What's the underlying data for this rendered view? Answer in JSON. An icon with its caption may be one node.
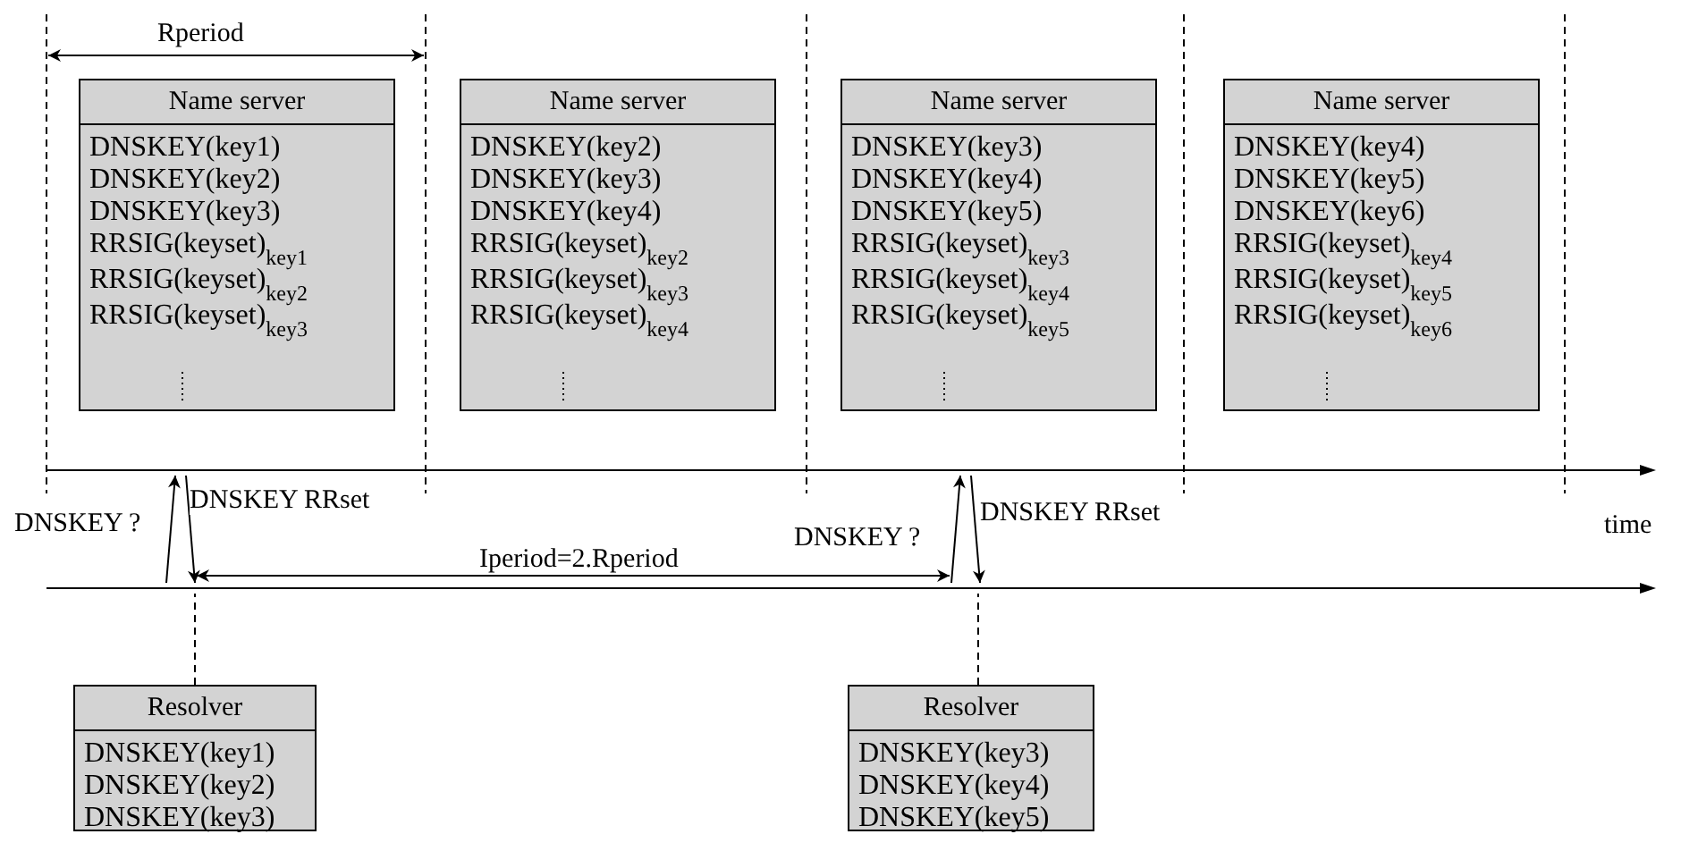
{
  "diagram": {
    "nodes": [
      {
        "text": [
          "Name server",
          "DNSKEY(key1)",
          "DNSKEY(key2)",
          "DNSKEY(key3)",
          "RRSIG(keyset)$_{key1}$",
          "RRSIG(keyset)$_{key2}$",
          "RRSIG(keyset)$_{key3}$"
        ]
      },
      {
        "text": [
          "Name server",
          "DNSKEY(key2)",
          "DNSKEY(key3)",
          "DNSKEY(key4)",
          "RRSIG(keyset)$_{key2}$",
          "RRSIG(keyset)$_{key3}$",
          "RRSIG(keyset)$_{key4}$"
        ]
      },
      {
        "text": [
          "Name server",
          "DNSKEY(key3)",
          "DNSKEY(key4)",
          "DNSKEY(key5)",
          "RRSIG(keyset)$_{key3}$",
          "RRSIG(keyset)$_{key4}$",
          "RRSIG(keyset)$_{key5}$"
        ]
      },
      {
        "text": [
          "Name server",
          "DNSKEY(key4)",
          "DNSKEY(key5)",
          "DNSKEY(key6)",
          "RRSIG(keyset)$_{key4}$",
          "RRSIG(keyset)$_{key5}$",
          "RRSIG(keyset)$_{key6}$"
        ]
      },
      {
        "text": [
          "Resolver",
          "DNSKEY(key1)",
          "DNSKEY(key2)",
          "DNSKEY(key3)"
        ]
      },
      {
        "text": [
          "Resolver",
          "DNSKEY(key3)",
          "DNSKEY(key4)",
          "DNSKEY(key5)"
        ]
      },
      {
        "text": [],
        "shape": "bar"
      },
      {
        "text": [],
        "shape": "bar"
      }
    ],
    "edges": [
      {
        "from": 7,
        "to": 6,
        "arrow": "to",
        "label": "DNSKEY ?"
      },
      {
        "from": 6,
        "to": 7,
        "arrow": "to",
        "label": "DNSKEY RRset"
      },
      {
        "from": 7,
        "to": 6,
        "arrow": "to",
        "label": "DNSKEY ?"
      },
      {
        "from": 6,
        "to": 7,
        "arrow": "to",
        "label": "DNSKEY RRset"
      },
      {
        "from": 4,
        "to": 7,
        "arrow": "none",
        "style": "dashed"
      },
      {
        "from": 5,
        "to": 7,
        "arrow": "none",
        "style": "dashed"
      }
    ],
    "labels": [
      "Rperiod",
      "time",
      "Iperiod=2.Rperiod"
    ]
  }
}
